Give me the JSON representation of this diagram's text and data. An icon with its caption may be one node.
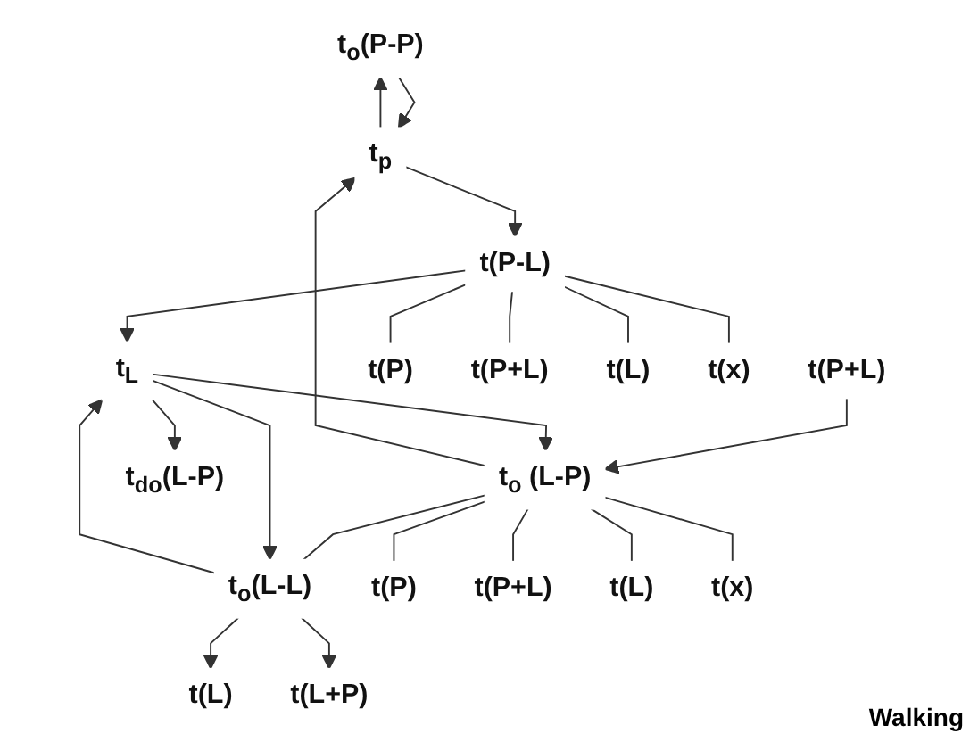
{
  "diagram": {
    "nodes": [
      {
        "text": [
          "t(P+L)"
        ]
      },
      {
        "text": [
          "t$_{o}$ (L-P)"
        ]
      },
      {
        "text": [
          "t(P)"
        ]
      },
      {
        "text": [
          "t(P+L)"
        ]
      },
      {
        "text": [
          "t(L)"
        ]
      },
      {
        "text": [
          "t(x)"
        ]
      },
      {
        "text": [
          "t$_{o}$(P-P)"
        ]
      },
      {
        "text": [
          "t$_{p}$"
        ]
      },
      {
        "text": [
          "t(P-L)"
        ]
      },
      {
        "text": [
          "t(P)"
        ]
      },
      {
        "text": [
          "t(P+L)"
        ]
      },
      {
        "text": [
          "t(L)"
        ]
      },
      {
        "text": [
          "t(x)"
        ]
      },
      {
        "text": [
          "t$_{o}$(L-L)"
        ]
      },
      {
        "text": [
          "t$_{L}$"
        ]
      },
      {
        "text": [
          "t(L)"
        ]
      },
      {
        "text": [
          "t(L+P)"
        ]
      },
      {
        "text": [
          "t$_{do}$(L-P)"
        ]
      }
    ],
    "edges": [
      {
        "from": 0,
        "to": 1,
        "arrow": "to"
      },
      {
        "from": 1,
        "to": 13,
        "arrow": "none"
      },
      {
        "from": 1,
        "to": 2,
        "arrow": "none"
      },
      {
        "from": 1,
        "to": 3,
        "arrow": "none"
      },
      {
        "from": 1,
        "to": 4,
        "arrow": "none"
      },
      {
        "from": 1,
        "to": 5,
        "arrow": "none"
      },
      {
        "from": 1,
        "to": 7,
        "arrow": "to"
      },
      {
        "from": 7,
        "to": 6,
        "arrow": "to"
      },
      {
        "from": 6,
        "to": 7,
        "arrow": "to"
      },
      {
        "from": 7,
        "to": 8,
        "arrow": "to"
      },
      {
        "from": 8,
        "to": 9,
        "arrow": "none"
      },
      {
        "from": 8,
        "to": 10,
        "arrow": "none"
      },
      {
        "from": 8,
        "to": 11,
        "arrow": "none"
      },
      {
        "from": 8,
        "to": 12,
        "arrow": "none"
      },
      {
        "from": 8,
        "to": 14,
        "arrow": "to"
      },
      {
        "from": 14,
        "to": 13,
        "arrow": "to"
      },
      {
        "from": 13,
        "to": 14,
        "arrow": "to"
      },
      {
        "from": 14,
        "to": 1,
        "arrow": "to"
      },
      {
        "from": 13,
        "to": 15,
        "arrow": "to"
      },
      {
        "from": 13,
        "to": 16,
        "arrow": "to"
      },
      {
        "from": 14,
        "to": 17,
        "arrow": "to"
      }
    ],
    "labels": [
      "Walking"
    ]
  }
}
